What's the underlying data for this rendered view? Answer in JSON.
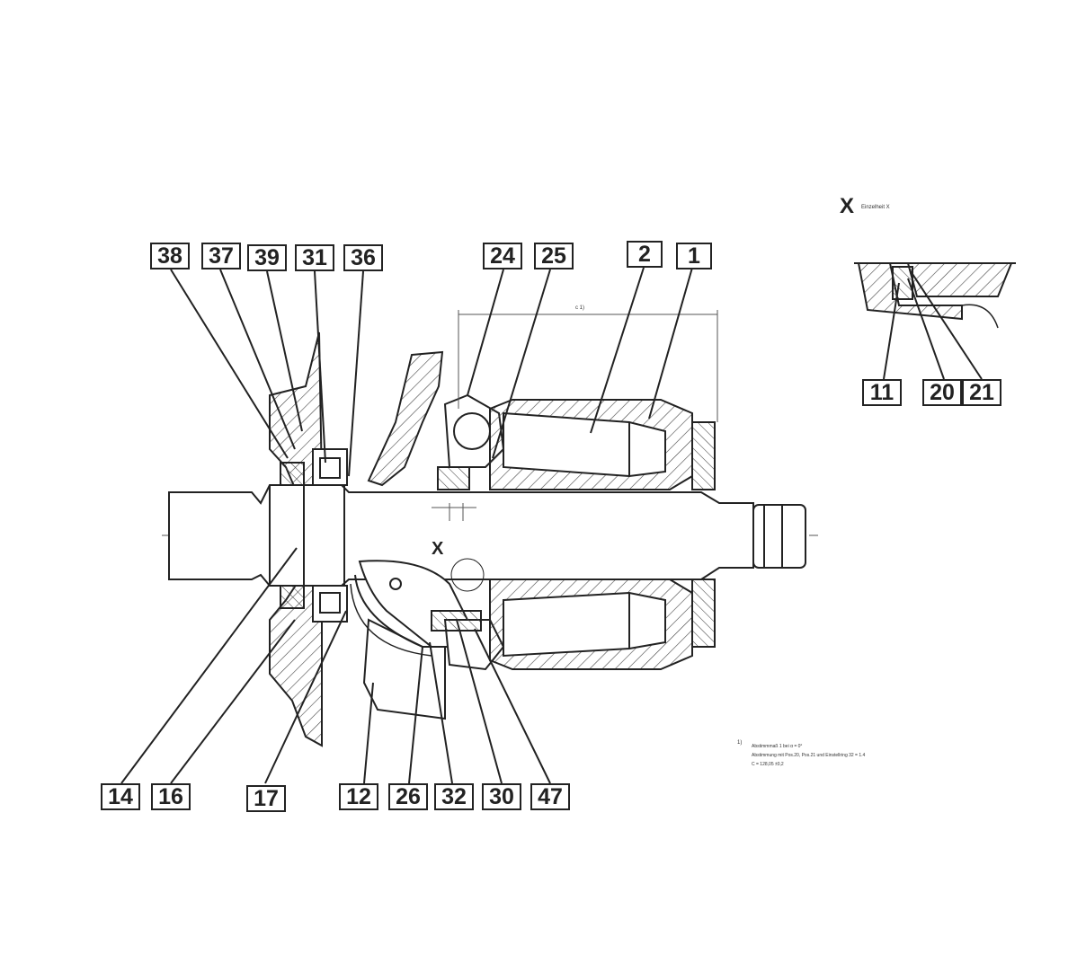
{
  "labels": {
    "c38": "38",
    "c37": "37",
    "c39": "39",
    "c31": "31",
    "c36": "36",
    "c24": "24",
    "c25": "25",
    "c2": "2",
    "c1": "1",
    "c11": "11",
    "c20": "20",
    "c21": "21",
    "c14": "14",
    "c16": "16",
    "c17": "17",
    "c12": "12",
    "c26": "26",
    "c32": "32",
    "c30": "30",
    "c47": "47"
  },
  "detail_marker": "X",
  "detail_caption": "Einzelheit X",
  "section_marker": "X",
  "dimension_label": "c 1)",
  "footnote": {
    "marker": "1)",
    "line1": "Abstimmmaß 1 bei α = 0°",
    "line2": "Abstimmung mit Pos.20, Pos.21 und Einstellring 32 = 1.4",
    "line3": "C = 128,05 ±0,2"
  }
}
